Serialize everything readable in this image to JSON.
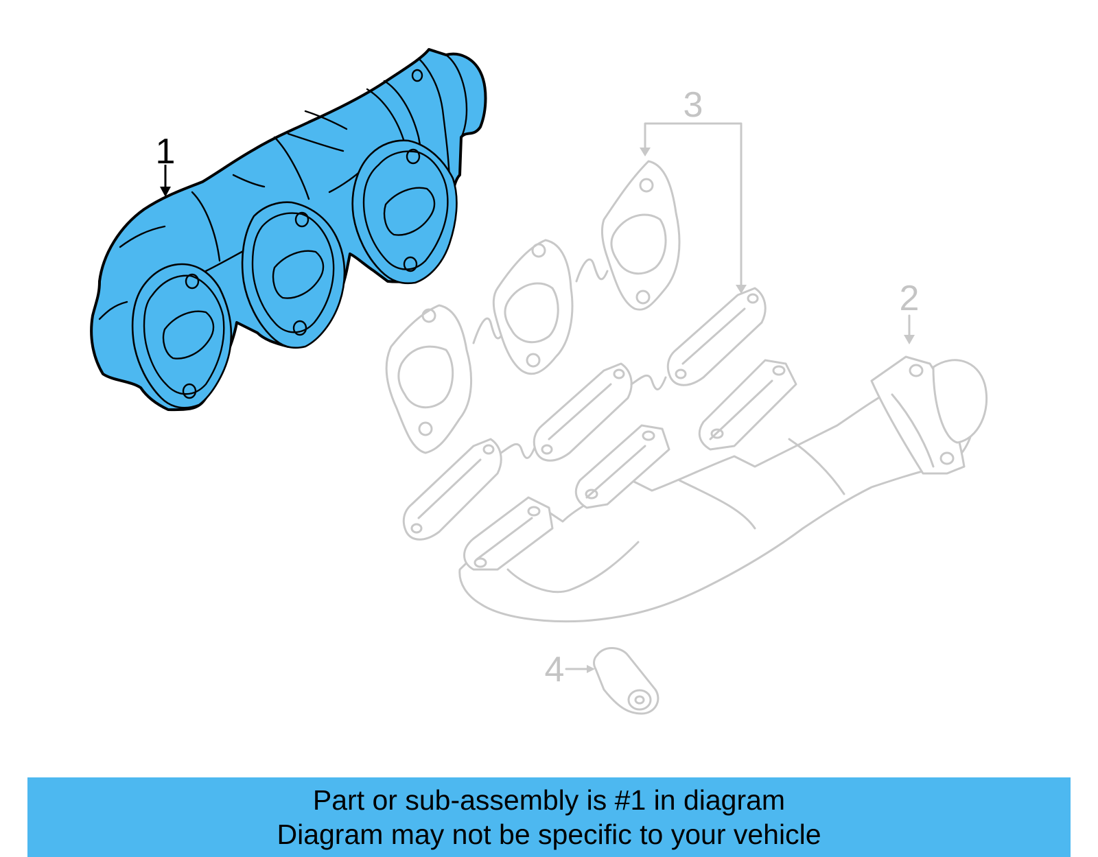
{
  "diagram": {
    "callouts": [
      {
        "id": "1",
        "label": "1",
        "highlighted": true
      },
      {
        "id": "2",
        "label": "2",
        "highlighted": false
      },
      {
        "id": "3",
        "label": "3",
        "highlighted": false
      },
      {
        "id": "4",
        "label": "4",
        "highlighted": false
      }
    ],
    "colors": {
      "highlight": "#4db8f0",
      "ghost": "#c8c8c8",
      "outline": "#000000"
    }
  },
  "banner": {
    "line1": "Part or sub-assembly is #1 in diagram",
    "line2": "Diagram may not be specific to your vehicle",
    "color": "#4db8f0"
  }
}
